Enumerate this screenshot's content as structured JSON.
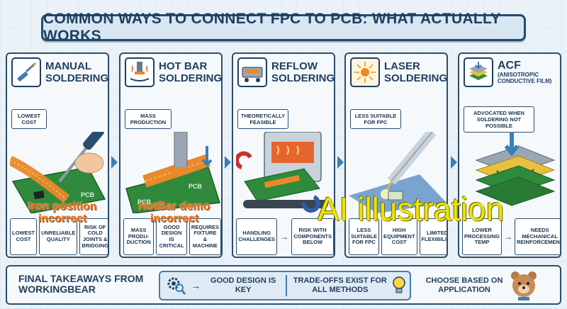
{
  "title": "COMMON WAYS TO CONNECT FPC TO PCB: WHAT ACTUALLY WORKS",
  "panels": [
    {
      "title_line1": "MANUAL",
      "title_line2": "SOLDERING",
      "callout": "LOWEST COST",
      "footer": [
        "LOWEST COST",
        "UNRELIABLE QUALITY",
        "RISK OF COLD JOINTS & BRIDGING"
      ],
      "icon": "soldering-iron-icon"
    },
    {
      "title_line1": "HOT BAR",
      "title_line2": "SOLDERING",
      "callout": "MASS PRODUCTION",
      "footer": [
        "MASS PRODU- DUCTION",
        "GOOD DESIGN IS CRITICAL",
        "REQUIRES FIXTURE & MACHINE"
      ],
      "icon": "hot-bar-icon"
    },
    {
      "title_line1": "REFLOW",
      "title_line2": "SOLDERING",
      "callout": "THEORETICALLY FEASIBLE",
      "footer": [
        "HANDLING CHALLENGES",
        "RISK WITH COMPONENTS BELOW"
      ],
      "icon": "reflow-oven-icon"
    },
    {
      "title_line1": "LASER",
      "title_line2": "SOLDERING",
      "callout": "LESS SUITABLE FOR FPC",
      "footer": [
        "LESS SUITABLE FOR FPC",
        "HIGH EQUIPMENT COST",
        "LIMITED FLEXIBILITY"
      ],
      "icon": "laser-icon"
    },
    {
      "title_line1": "ACF",
      "title_line2": "(ANISOTROPIC CONDUCTIVE FILM)",
      "callout": "ADVOCATED WHEN SOLDERING NOT POSSIBLE",
      "footer": [
        "LOWER PROCESSING TEMP",
        "NEEDS MECHANICAL REINFORCEMENT"
      ],
      "icon": "acf-layers-icon"
    }
  ],
  "overlays": {
    "iron_note": "Iron position incorrect",
    "hotbar_note": "HotBar demo incorrect",
    "watermark": "AI illustration"
  },
  "pcb_labels": [
    "PCB",
    "PCB",
    "PCB"
  ],
  "takeaways": {
    "title": "FINAL TAKEAWAYS FROM WORKINGBEAR",
    "item1": "GOOD DESIGN IS KEY",
    "item2": "TRADE-OFFS EXIST FOR ALL METHODS",
    "item3": "CHOOSE BASED ON APPLICATION"
  },
  "colors": {
    "accent_blue": "#3c7fb3",
    "dark_navy": "#1f3f63",
    "pcb_green": "#2f8a3c",
    "flex_orange": "#e8892a",
    "overlay_orange": "#f06b0a",
    "watermark_yellow": "#f0e400"
  }
}
